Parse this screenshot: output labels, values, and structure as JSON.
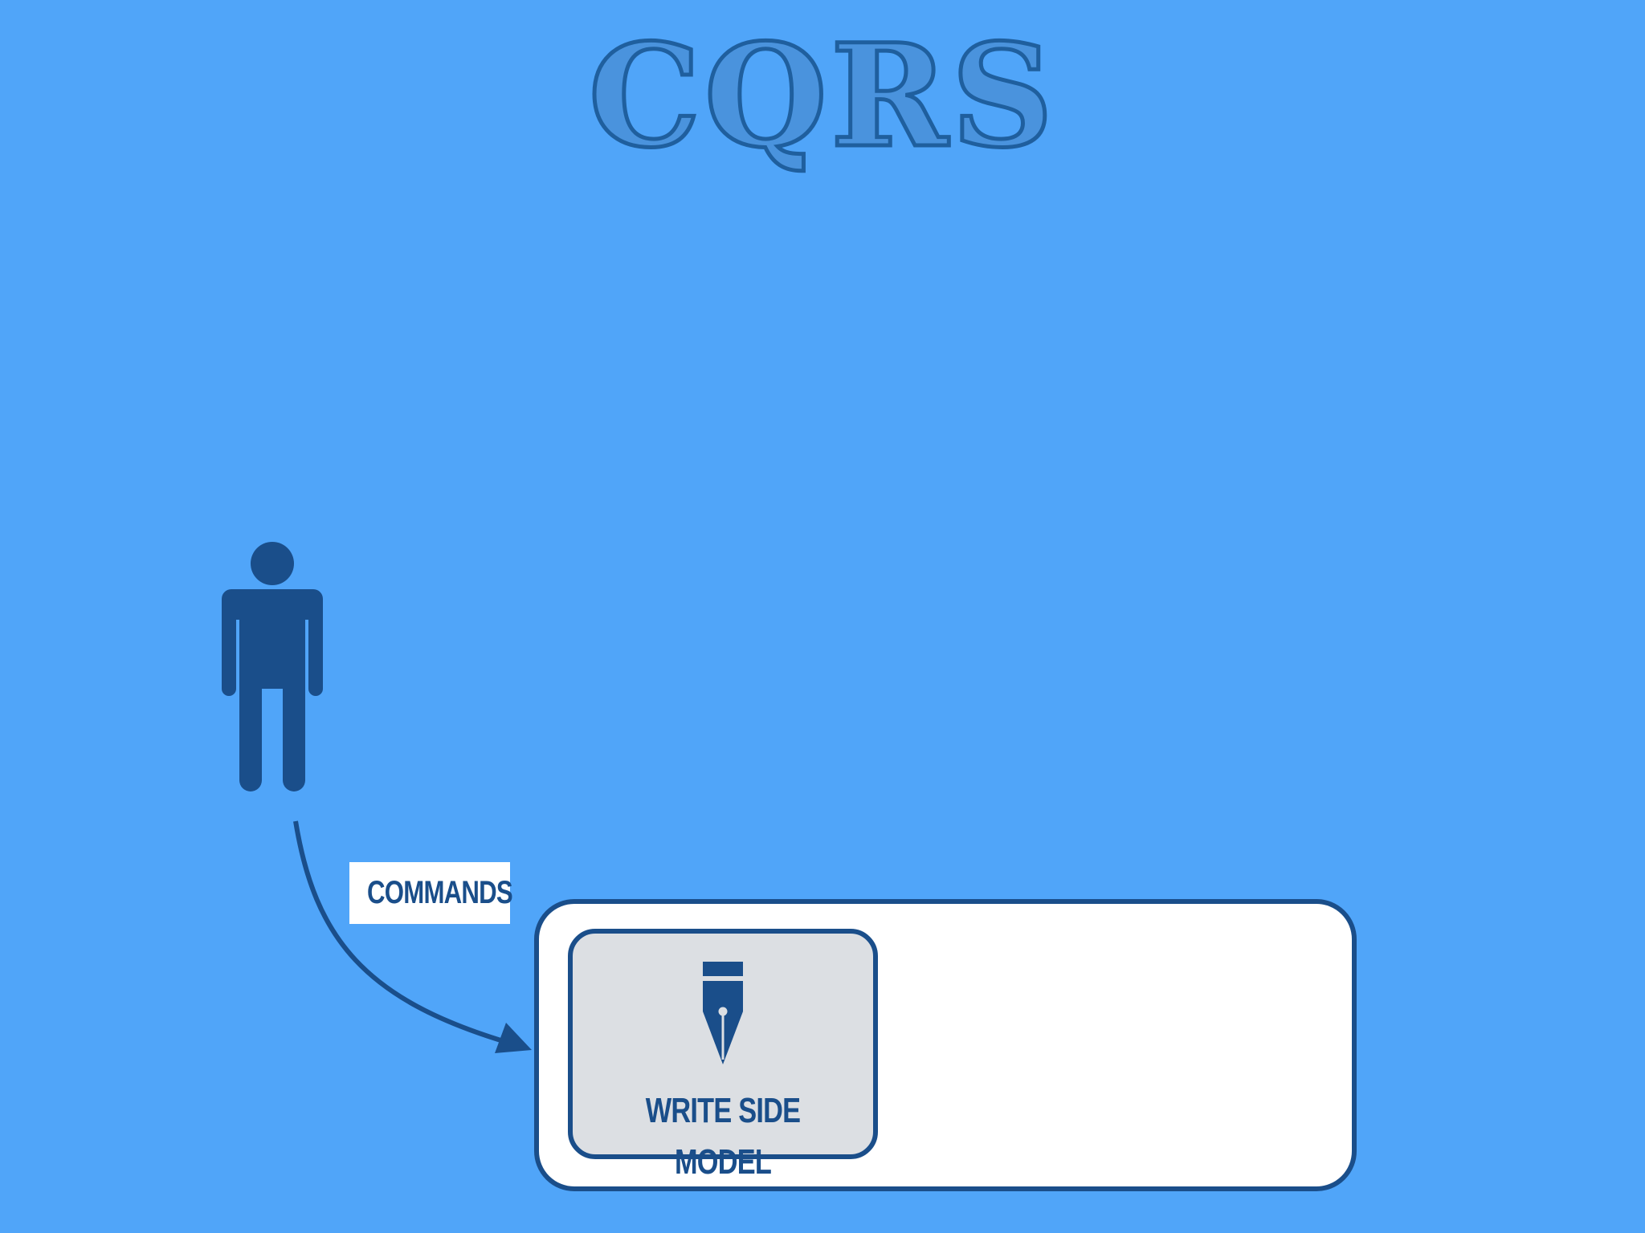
{
  "title": "CQRS",
  "actor": {
    "icon": "person-icon"
  },
  "commands": {
    "label": "COMMANDS"
  },
  "write_side": {
    "icon": "fountain-pen-icon",
    "label": "WRITE SIDE MODEL"
  },
  "colors": {
    "background": "#50a5f9",
    "primary": "#1a4e8a",
    "panel": "#ffffff",
    "inner_panel": "#dcdfe3"
  }
}
